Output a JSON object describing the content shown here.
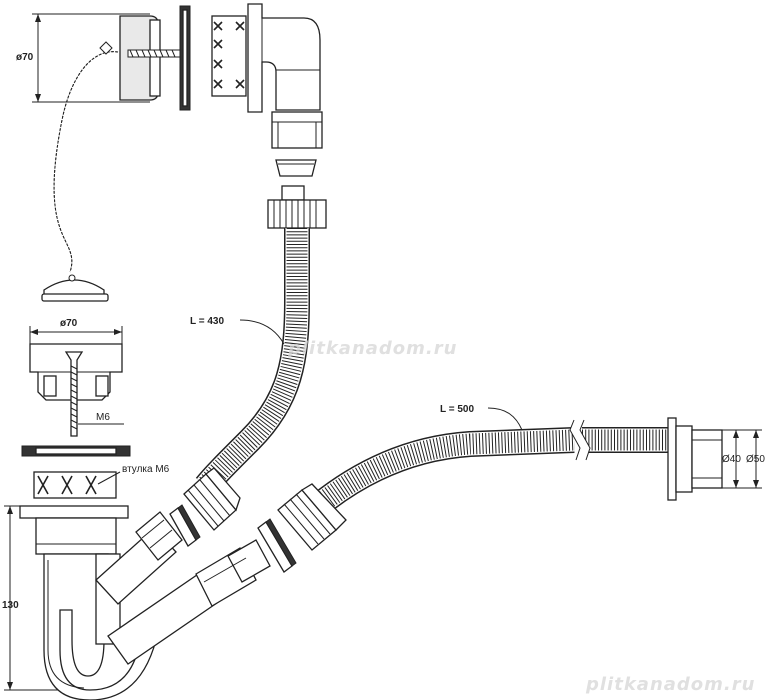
{
  "labels": {
    "diam_top": "ø70",
    "diam_mid": "ø70",
    "m6": "M6",
    "bushing": "втулка М6",
    "hose_upper_len": "L = 430",
    "hose_lower_len": "L = 500",
    "d40": "Ø40",
    "d50": "Ø50",
    "height": "130"
  },
  "watermark": {
    "center": "plitkanadom.ru",
    "corner": "plitkanadom.ru"
  },
  "colors": {
    "line": "#222222",
    "watermark": "#d6d6d6"
  }
}
